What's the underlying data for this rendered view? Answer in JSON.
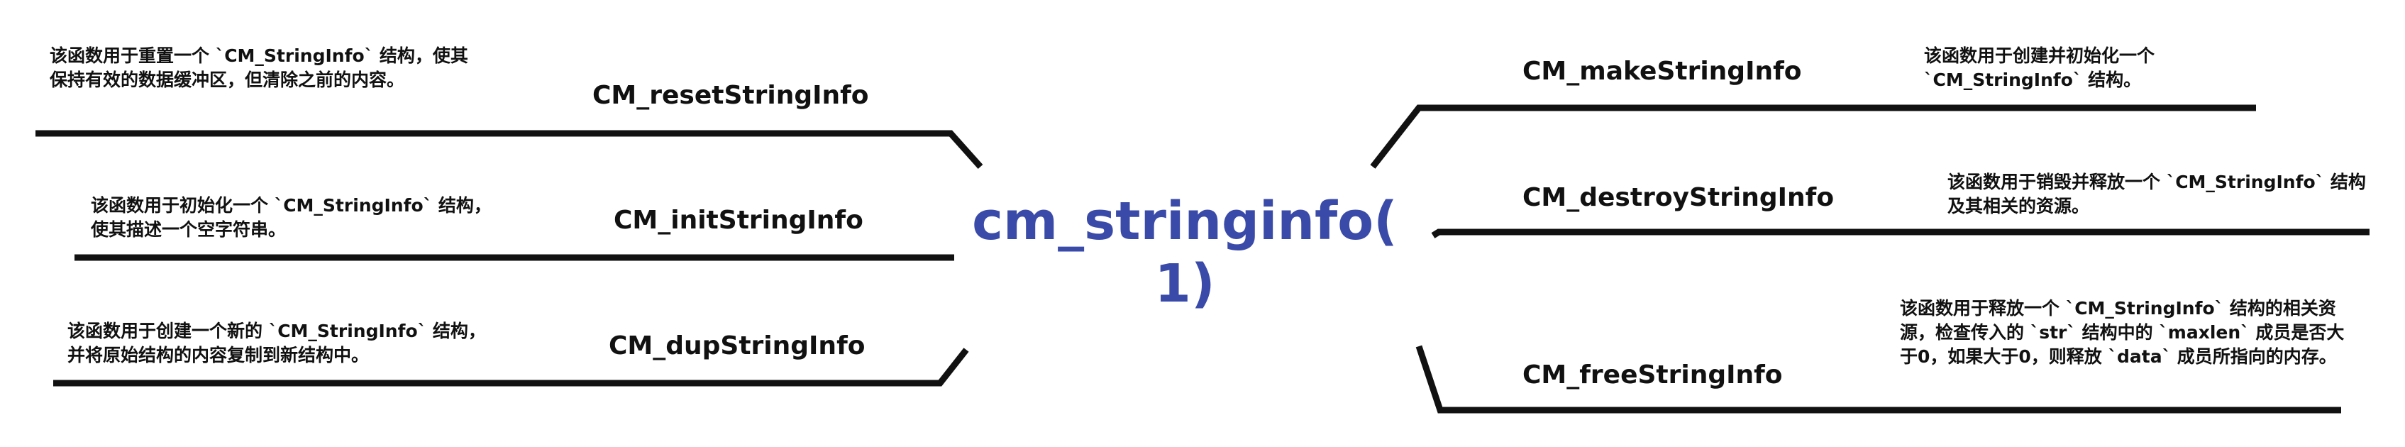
{
  "center": {
    "title_line1": "cm_stringinfo(",
    "title_line2": "1)"
  },
  "colors": {
    "title": "#3a4aa8",
    "text": "#111111",
    "lines": "#111111",
    "background": "#ffffff"
  },
  "branches": [
    {
      "name": "CM_resetStringInfo",
      "description": "该函数用于重置一个 `CM_StringInfo` 结构，使其保持有效的数据缓冲区，但清除之前的内容。"
    },
    {
      "name": "CM_initStringInfo",
      "description": "该函数用于初始化一个 `CM_StringInfo` 结构，使其描述一个空字符串。"
    },
    {
      "name": "CM_dupStringInfo",
      "description": "该函数用于创建一个新的 `CM_StringInfo` 结构，并将原始结构的内容复制到新结构中。"
    },
    {
      "name": "CM_makeStringInfo",
      "description": "该函数用于创建并初始化一个 `CM_StringInfo` 结构。"
    },
    {
      "name": "CM_destroyStringInfo",
      "description": "该函数用于销毁并释放一个 `CM_StringInfo` 结构及其相关的资源。"
    },
    {
      "name": "CM_freeStringInfo",
      "description": "该函数用于释放一个 `CM_StringInfo` 结构的相关资源，检查传入的 `str` 结构中的 `maxlen` 成员是否大于0，如果大于0，则释放 `data` 成员所指向的内存。"
    }
  ]
}
